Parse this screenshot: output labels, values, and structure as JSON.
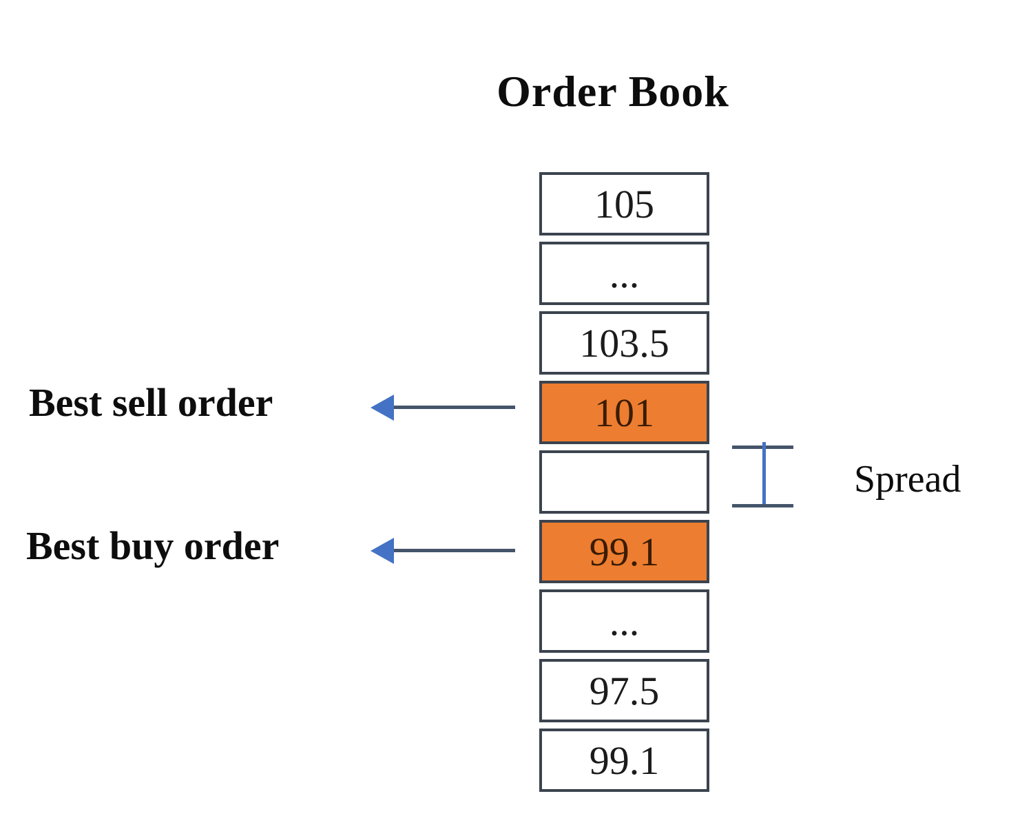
{
  "title": "Order Book",
  "order_book": {
    "rows": [
      {
        "value": "105",
        "highlighted": false
      },
      {
        "value": "...",
        "highlighted": false
      },
      {
        "value": "103.5",
        "highlighted": false
      },
      {
        "value": "101",
        "highlighted": true
      },
      {
        "value": "",
        "highlighted": false
      },
      {
        "value": "99.1",
        "highlighted": true
      },
      {
        "value": "...",
        "highlighted": false
      },
      {
        "value": "97.5",
        "highlighted": false
      },
      {
        "value": "99.1",
        "highlighted": false
      }
    ]
  },
  "annotations": {
    "best_sell_label": "Best sell order",
    "best_buy_label": "Best buy order",
    "spread_label": "Spread"
  },
  "colors": {
    "highlight": "#ED7D31",
    "box_border": "#3B434E",
    "arrow_line": "#44546A",
    "arrow_head": "#4472C4",
    "spread_line": "#4472C4",
    "spread_cap": "#44546A"
  }
}
